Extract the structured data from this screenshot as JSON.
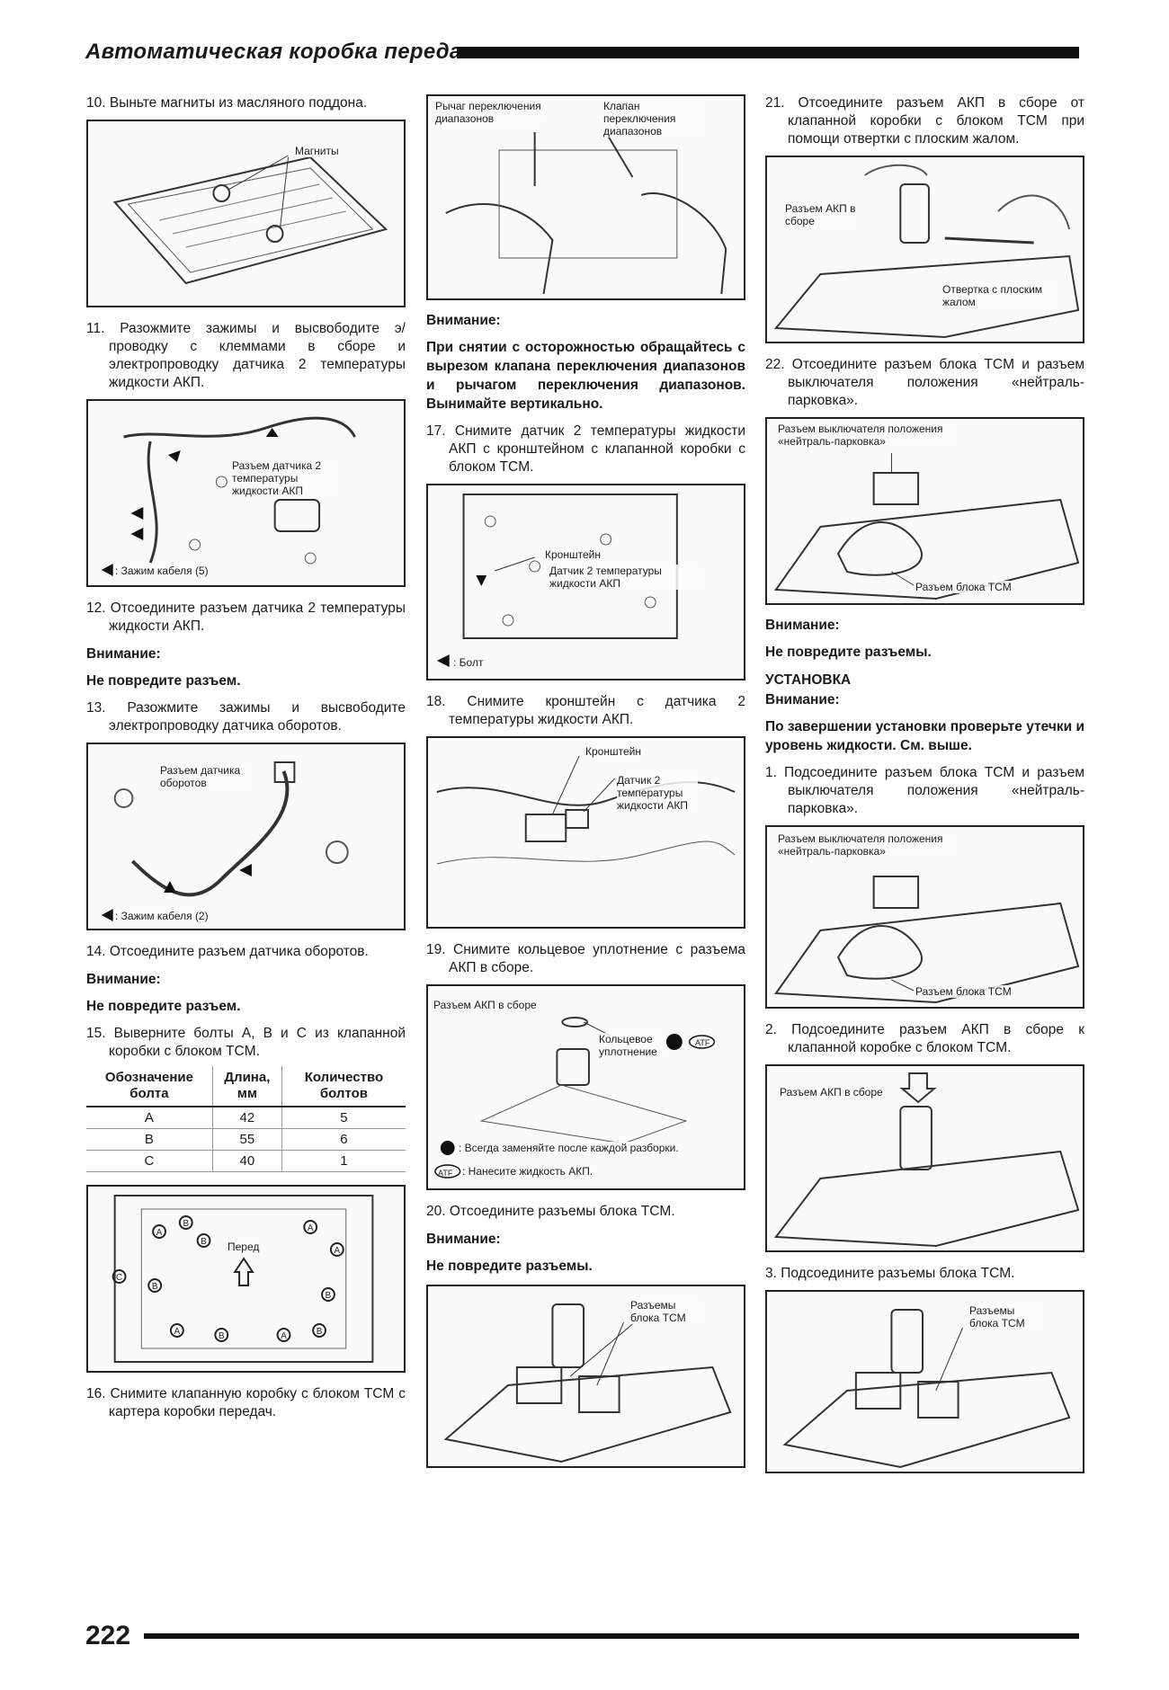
{
  "header": {
    "title": "Автоматическая коробка передач"
  },
  "footer": {
    "page_number": "222"
  },
  "col1": {
    "step10": "10. Выньте магниты из масляного поддона.",
    "fig10": {
      "magnets": "Магниты"
    },
    "step11": "11. Разожмите зажимы и высвободите э/проводку с клеммами в сборе и электропроводку датчика 2 температуры жидкости АКП.",
    "fig11": {
      "connector": "Разъем датчика 2 температуры жидкости АКП",
      "legend": ": Зажим кабеля (5)"
    },
    "step12": "12. Отсоедините разъем датчика 2 температуры жидкости АКП.",
    "warn12_head": "Внимание:",
    "warn12_text": "Не повредите разъем.",
    "step13": "13. Разожмите зажимы и высвободите электропроводку датчика оборотов.",
    "fig13": {
      "connector": "Разъем датчика оборотов",
      "legend": ": Зажим кабеля (2)"
    },
    "step14": "14. Отсоедините разъем датчика оборотов.",
    "warn14_head": "Внимание:",
    "warn14_text": "Не повредите разъем.",
    "step15": "15. Выверните болты A, B и C из клапанной коробки с блоком TCM.",
    "table": {
      "headers": [
        "Обозначение болта",
        "Длина, мм",
        "Количество болтов"
      ],
      "rows": [
        [
          "A",
          "42",
          "5"
        ],
        [
          "B",
          "55",
          "6"
        ],
        [
          "C",
          "40",
          "1"
        ]
      ]
    },
    "fig15": {
      "front": "Перед"
    },
    "step16": "16. Снимите клапанную коробку с блоком TCM с картера коробки передач."
  },
  "col2": {
    "fig16": {
      "lever": "Рычаг переключения диапазонов",
      "valve": "Клапан переключения диапазонов"
    },
    "warn16_head": "Внимание:",
    "warn16_text": "При снятии с осторожностью обращайтесь с вырезом клапана переключения диапазонов и рычагом переключения диапазонов. Вынимайте вертикально.",
    "step17": "17. Снимите датчик 2 температуры жидкости АКП с кронштейном с клапанной коробки с блоком TCM.",
    "fig17": {
      "bracket": "Кронштейн",
      "sensor": "Датчик 2 температуры жидкости АКП",
      "legend": ": Болт"
    },
    "step18": "18. Снимите кронштейн с датчика 2 температуры жидкости АКП.",
    "fig18": {
      "bracket": "Кронштейн",
      "sensor": "Датчик 2 температуры жидкости АКП"
    },
    "step19": "19. Снимите кольцевое уплотнение с разъема АКП в сборе.",
    "fig19": {
      "connector": "Разъем АКП в сборе",
      "oring": "Кольцевое уплотнение",
      "atf": "ATF",
      "replace": ": Всегда заменяйте после каждой разборки.",
      "apply": ": Нанесите жидкость АКП."
    },
    "step20": "20. Отсоедините разъемы блока TCM.",
    "warn20_head": "Внимание:",
    "warn20_text": "Не повредите разъемы.",
    "fig20": {
      "tcm": "Разъемы блока TCM"
    }
  },
  "col3": {
    "step21": "21. Отсоедините разъем АКП в сборе от клапанной коробки с блоком TCM при помощи отвертки с плоским жалом.",
    "fig21": {
      "connector": "Разъем АКП в сборе",
      "screwdriver": "Отвертка с плоским жалом"
    },
    "step22": "22. Отсоедините разъем блока TCM и разъем выключателя положения «нейтраль-парковка».",
    "fig22": {
      "switch": "Разъем выключателя положения «нейтраль-парковка»",
      "tcm": "Разъем блока TCM"
    },
    "warn22_head": "Внимание:",
    "warn22_text": "Не повредите разъемы.",
    "install_title": "УСТАНОВКА",
    "install_warn_head": "Внимание:",
    "install_warn_text": "По завершении установки проверьте утечки и уровень жидкости. См. выше.",
    "istep1": "1. Подсоедините разъем блока TCM и разъем выключателя положения «нейтраль-парковка».",
    "ifig1": {
      "switch": "Разъем выключателя положения «нейтраль-парковка»",
      "tcm": "Разъем блока TCM"
    },
    "istep2": "2. Подсоедините разъем АКП в сборе к клапанной коробке с блоком TCM.",
    "ifig2": {
      "connector": "Разъем АКП в сборе"
    },
    "istep3": "3. Подсоедините разъемы блока TCM.",
    "ifig3": {
      "tcm": "Разъемы блока TCM"
    }
  }
}
